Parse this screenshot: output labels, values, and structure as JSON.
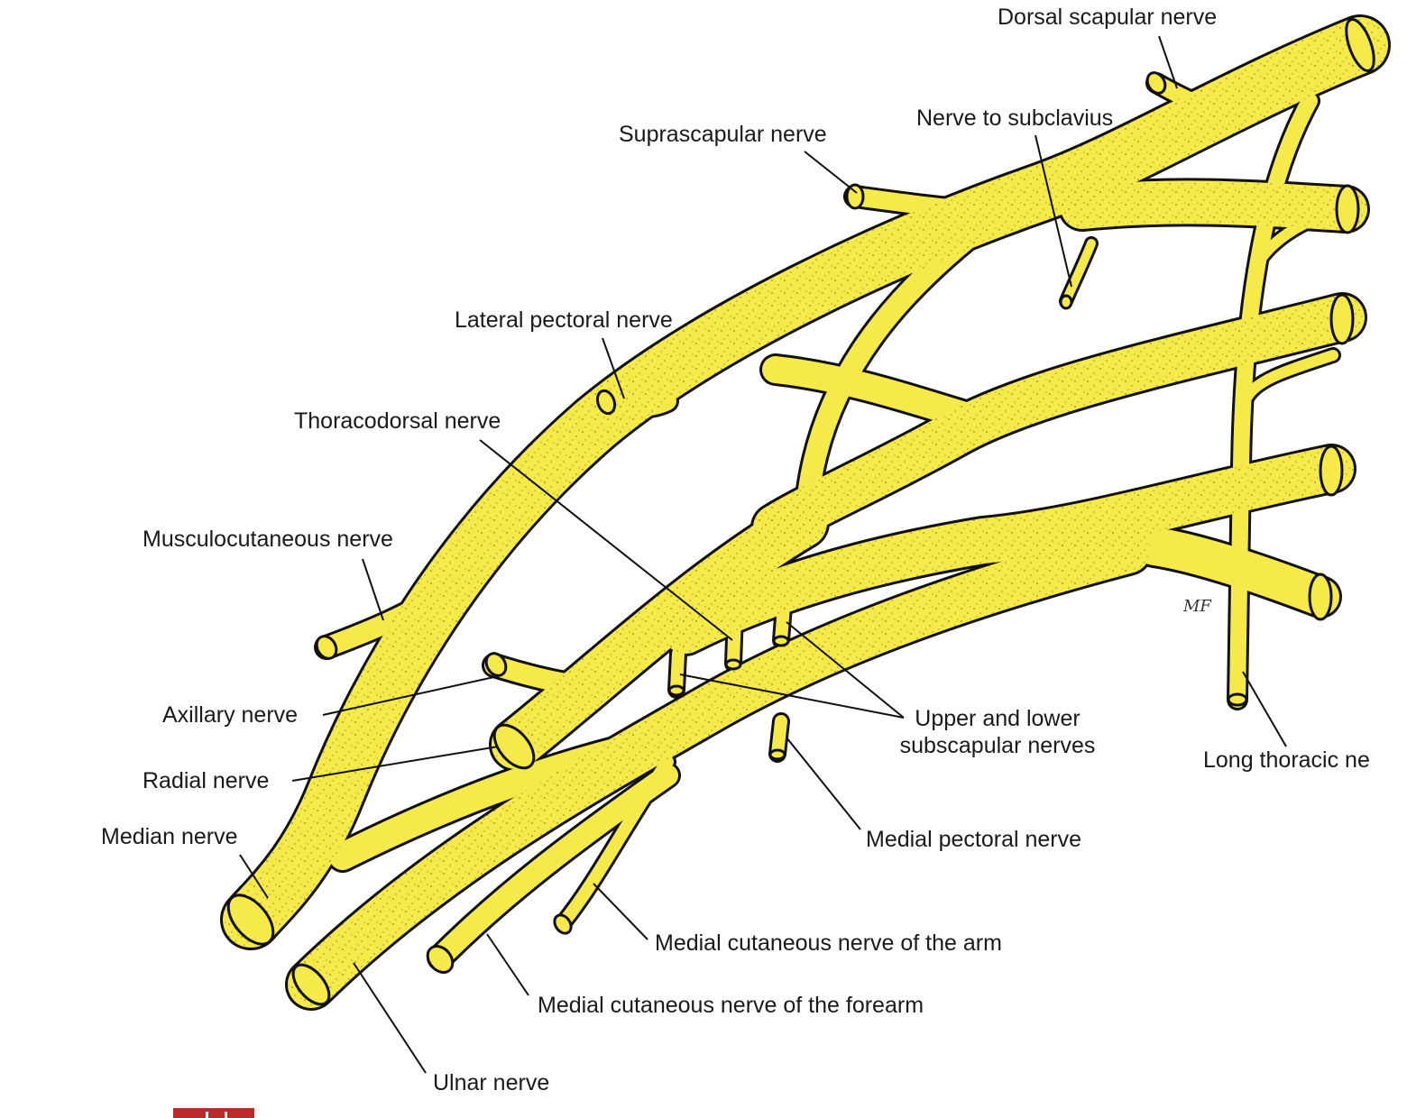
{
  "colors": {
    "nerve": "#f5ea4a",
    "outline": "#111111",
    "stipple": "#6b6410",
    "leader": "#111111",
    "badge": "#c0292b"
  },
  "labels": {
    "dorsal_scapular": "Dorsal scapular nerve",
    "nerve_to_subclavius": "Nerve to subclavius",
    "suprascapular": "Suprascapular nerve",
    "lateral_pectoral": "Lateral pectoral nerve",
    "thoracodorsal": "Thoracodorsal nerve",
    "musculocutaneous": "Musculocutaneous nerve",
    "axillary": "Axillary nerve",
    "radial": "Radial nerve",
    "median": "Median nerve",
    "upper_lower_subscapular_1": "Upper and lower",
    "upper_lower_subscapular_2": "subscapular nerves",
    "long_thoracic": "Long thoracic ne",
    "medial_pectoral": "Medial pectoral nerve",
    "medial_cutaneous_arm": "Medial cutaneous nerve of the arm",
    "medial_cutaneous_forearm": "Medial cutaneous nerve of the forearm",
    "ulnar": "Ulnar nerve"
  },
  "signature": "MF"
}
